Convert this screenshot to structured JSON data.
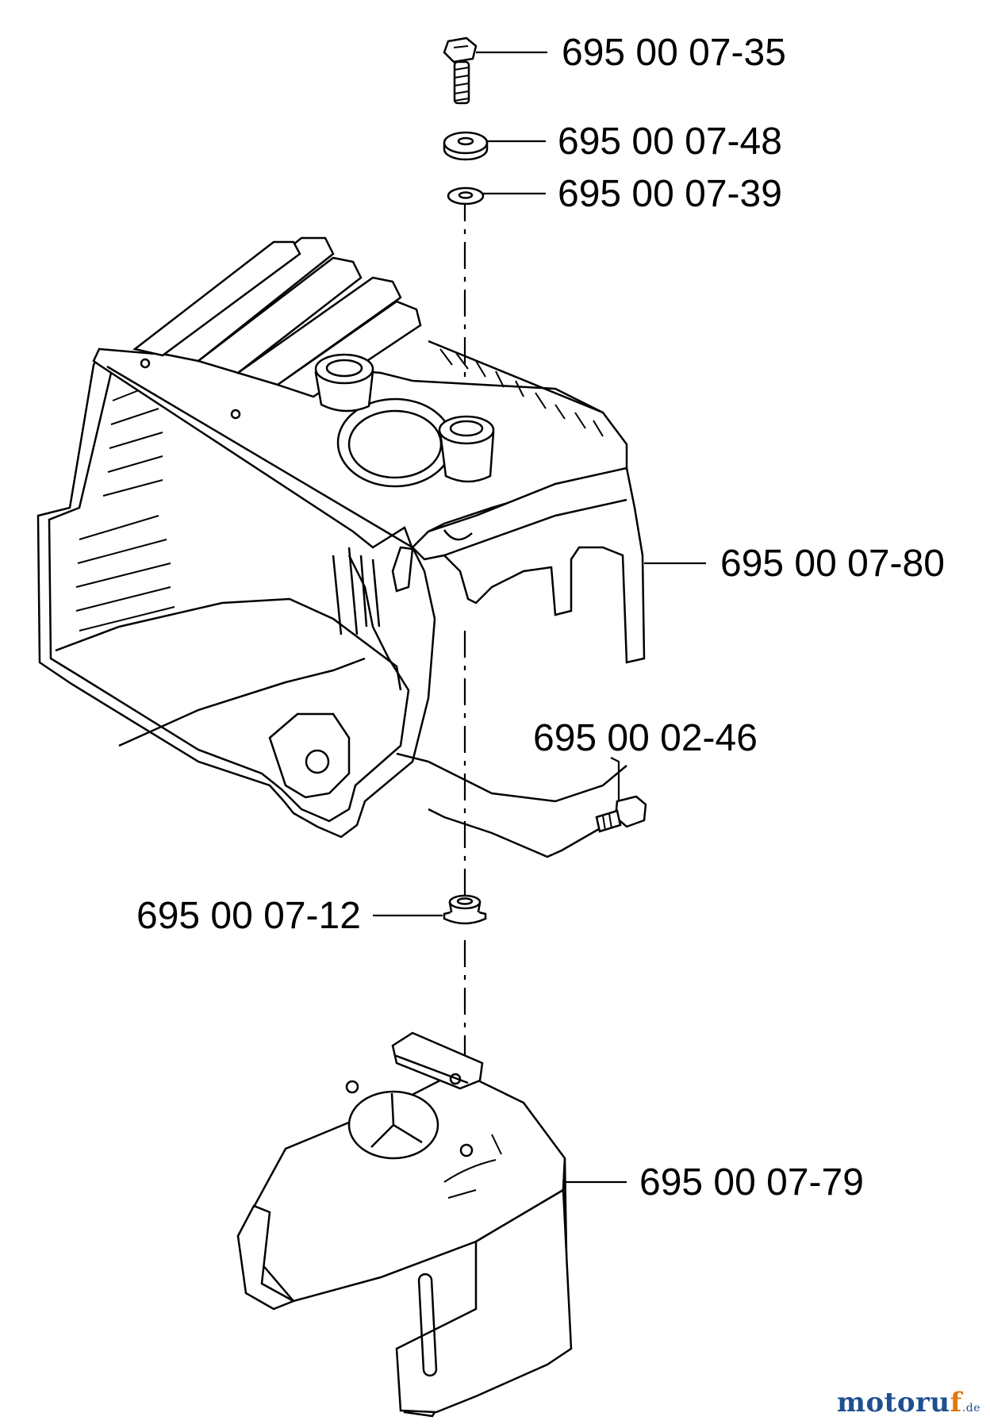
{
  "parts": [
    {
      "id": "screw-top",
      "number": "695 00 07-35"
    },
    {
      "id": "washer-rubber",
      "number": "695 00 07-48"
    },
    {
      "id": "washer-flat",
      "number": "695 00 07-39"
    },
    {
      "id": "cylinder-cover",
      "number": "695 00 07-80"
    },
    {
      "id": "screw-side",
      "number": "695 00 02-46"
    },
    {
      "id": "sleeve",
      "number": "695 00 07-12"
    },
    {
      "id": "bracket",
      "number": "695 00 07-79"
    }
  ],
  "watermark": {
    "main": "motoru",
    "accent": "f",
    "tld": ".de"
  }
}
